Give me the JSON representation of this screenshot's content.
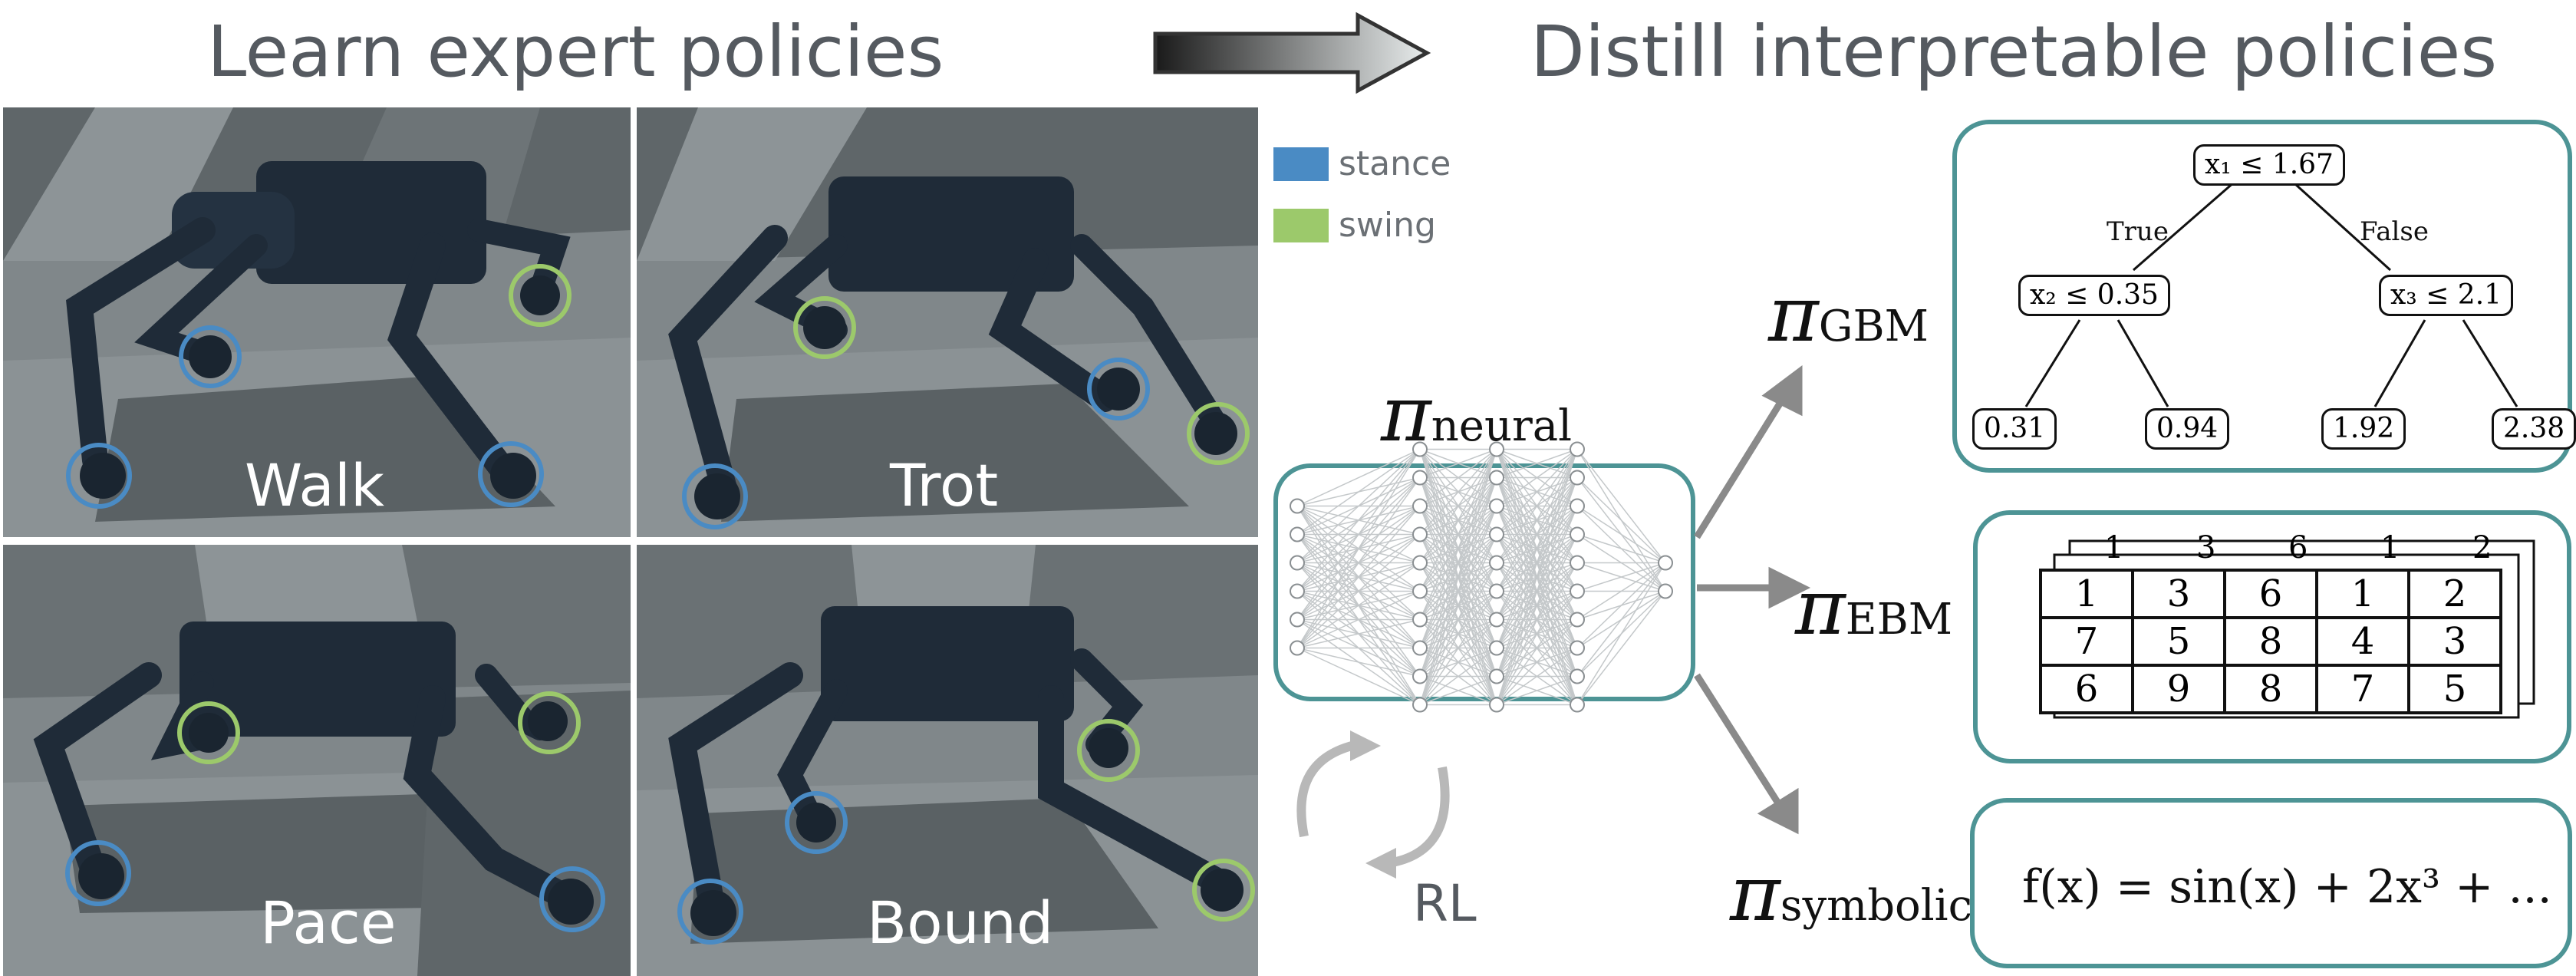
{
  "headings": {
    "left": "Learn expert policies",
    "right": "Distill interpretable policies"
  },
  "legend": [
    {
      "label": "stance",
      "color": "#4a8bc4"
    },
    {
      "label": "swing",
      "color": "#9cc96b"
    }
  ],
  "gaits": [
    "Walk",
    "Trot",
    "Pace",
    "Bound"
  ],
  "neural_policy": {
    "symbol": "π",
    "subscript": "neural"
  },
  "rl_label": "RL",
  "gbm": {
    "symbol": "π",
    "subscript": "GBM",
    "root": "x₁ ≤ 1.67",
    "true_label": "True",
    "false_label": "False",
    "left": "x₂ ≤ 0.35",
    "right": "x₃ ≤ 2.1",
    "leaves": [
      "0.31",
      "0.94",
      "1.92",
      "2.38"
    ]
  },
  "ebm": {
    "symbol": "π",
    "subscript": "EBM",
    "rows": [
      [
        "1",
        "3",
        "6",
        "1",
        "2"
      ],
      [
        "7",
        "5",
        "8",
        "4",
        "3"
      ],
      [
        "6",
        "9",
        "8",
        "7",
        "5"
      ]
    ],
    "back_row": [
      "1",
      "3",
      "6",
      "1",
      "2"
    ]
  },
  "symbolic": {
    "symbol": "π",
    "subscript": "symbolic",
    "formula": "f(x) = sin(x) + 2x³ + ..."
  },
  "colors": {
    "teal": "#4d9495",
    "heading": "#555a60",
    "robot": "#1f2b38",
    "arrow": "#8a8a8a"
  }
}
